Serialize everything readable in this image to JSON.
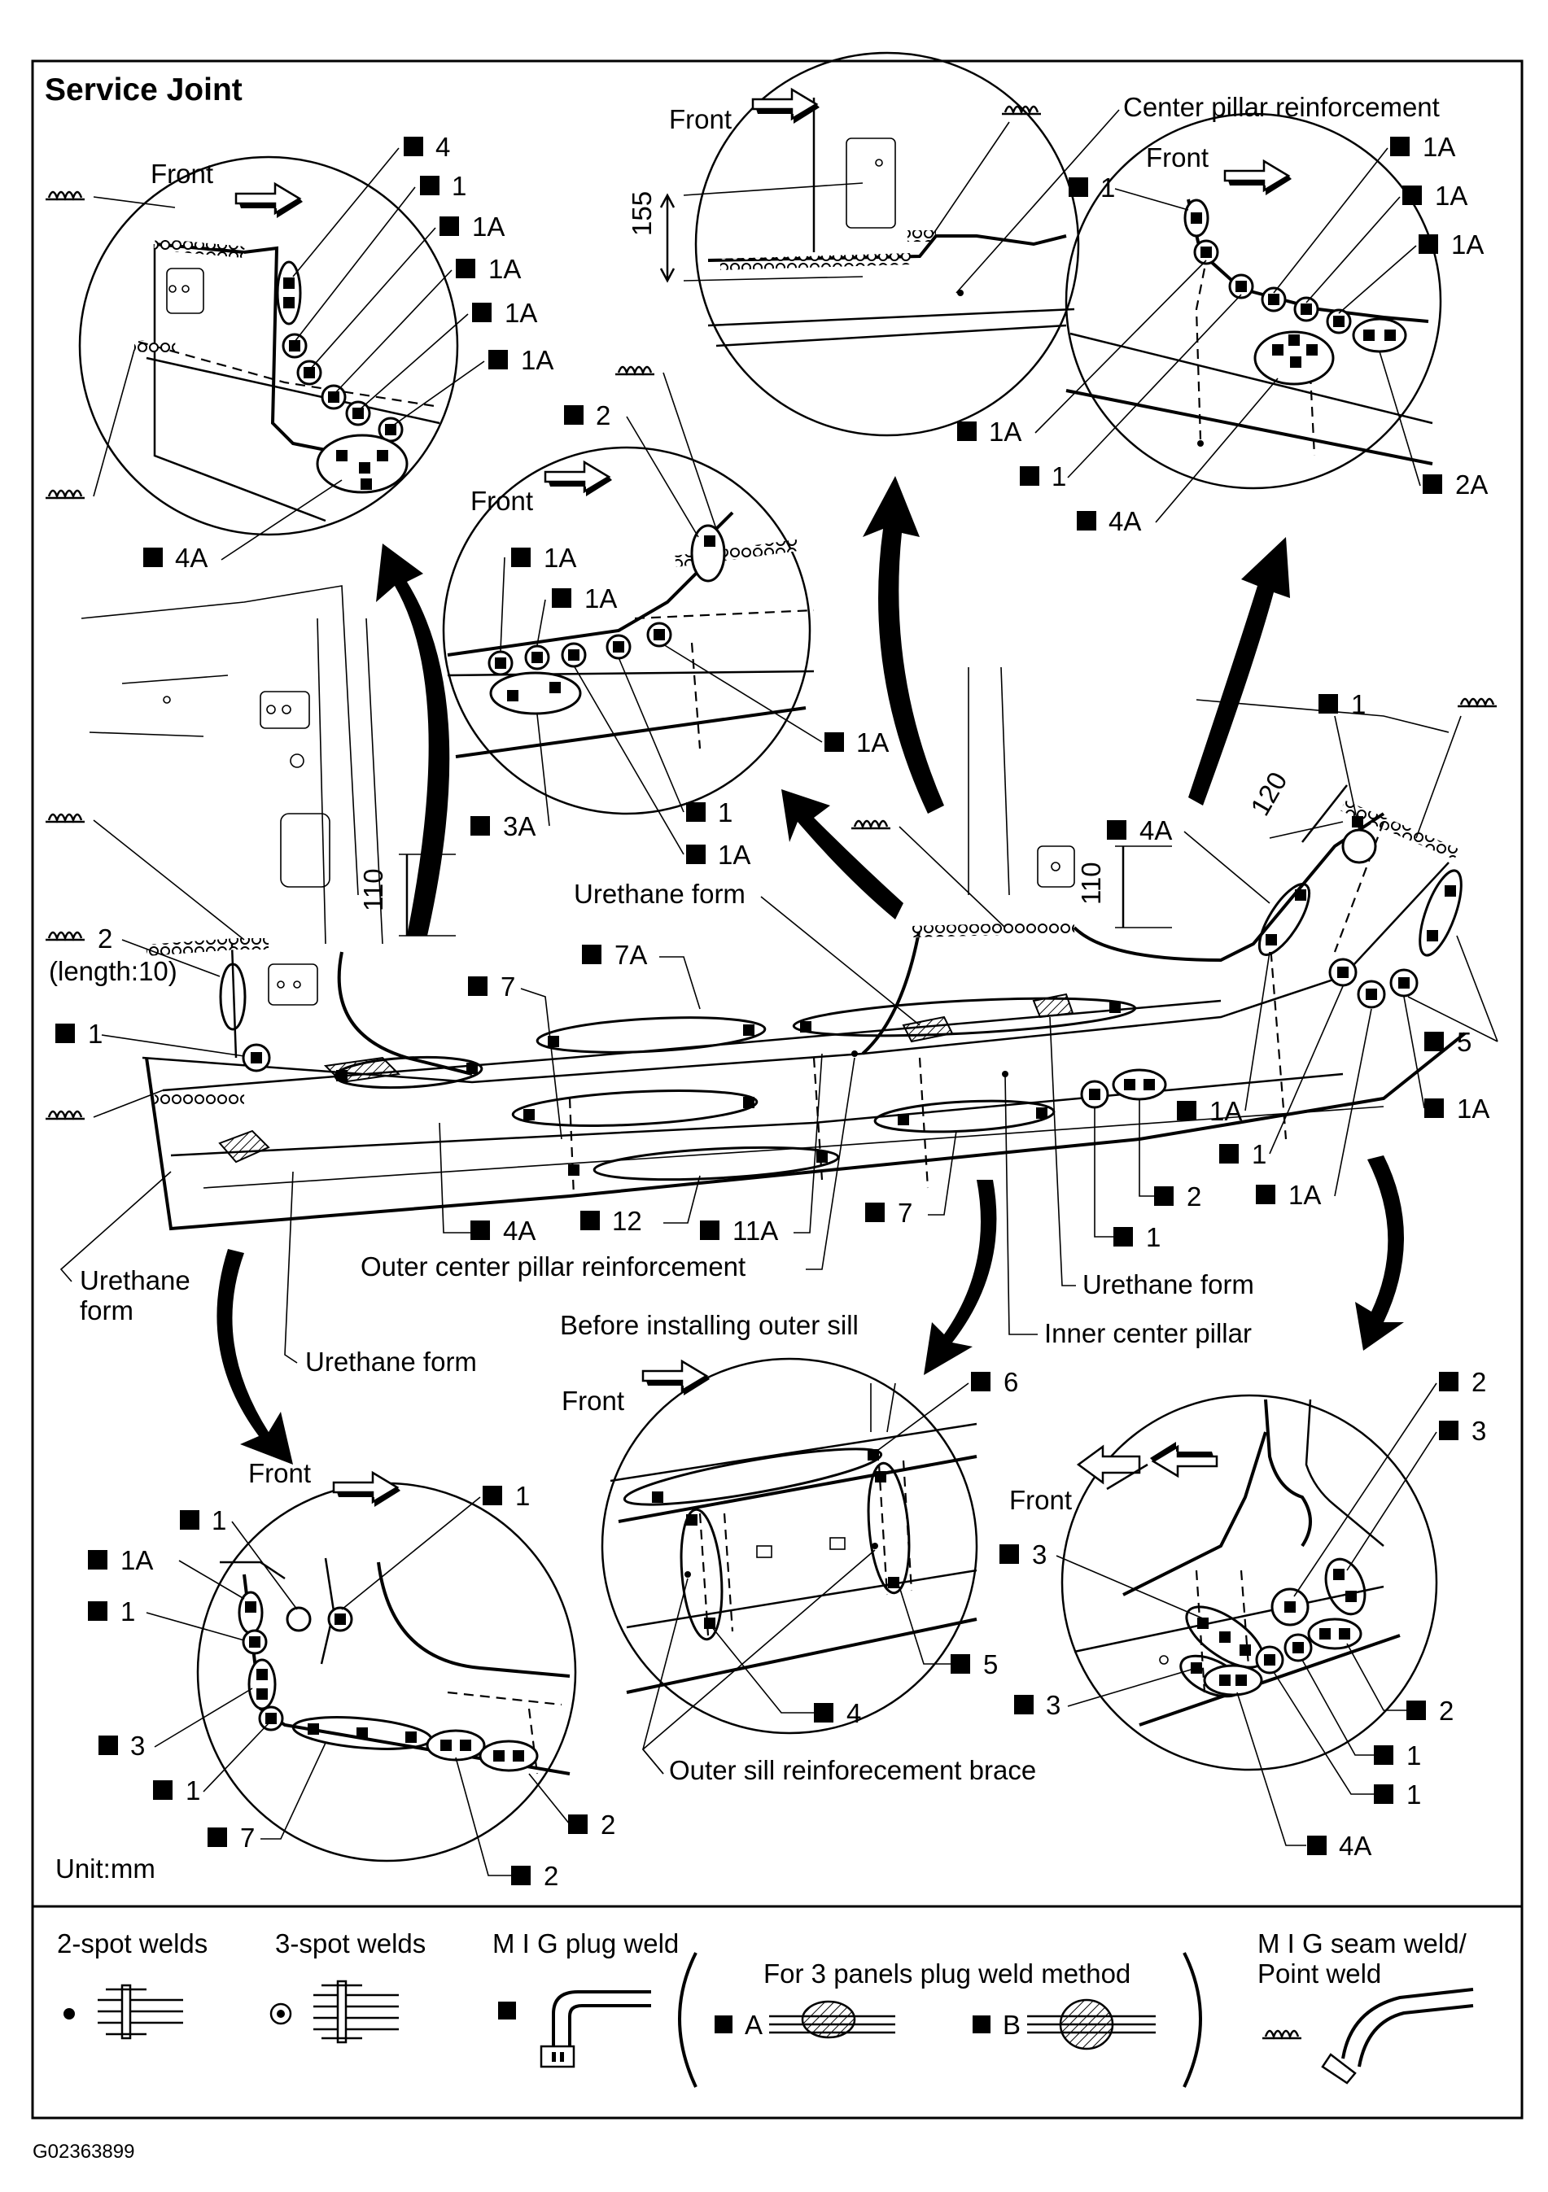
{
  "title": "Service Joint",
  "figure_code": "G02363899",
  "unit": "Unit:mm",
  "labels": {
    "front": "Front",
    "center_pillar_reinforcement": "Center pillar reinforcement",
    "urethane_form": "Urethane form",
    "urethane": "Urethane",
    "form": "form",
    "outer_center_pillar_reinforcement": "Outer center pillar reinforcement",
    "inner_center_pillar": "Inner center pillar",
    "before_installing_outer_sill": "Before installing outer sill",
    "outer_sill_brace": "Outer sill reinforecement brace",
    "length_note": "(length:10)"
  },
  "weld_codes": {
    "c1": "1",
    "c1a": "1A",
    "c2": "2",
    "c2a": "2A",
    "c3": "3",
    "c3a": "3A",
    "c4": "4",
    "c4a": "4A",
    "c5": "5",
    "c6": "6",
    "c7": "7",
    "c7a": "7A",
    "c11a": "11A",
    "c12": "12"
  },
  "dimensions": {
    "d155": "155",
    "d110": "110",
    "d120": "120"
  },
  "legend": {
    "two_spot": "2-spot welds",
    "three_spot": "3-spot welds",
    "mig_plug": "M I G plug weld",
    "three_panels": "For 3 panels plug weld method",
    "method_a": "A",
    "method_b": "B",
    "mig_seam_line1": "M I G seam weld/",
    "mig_seam_line2": "Point weld"
  },
  "icons": [
    "mig-seam-weld-icon",
    "mig-plug-weld-icon",
    "two-spot-weld-icon",
    "three-spot-weld-icon",
    "front-arrow-icon"
  ]
}
